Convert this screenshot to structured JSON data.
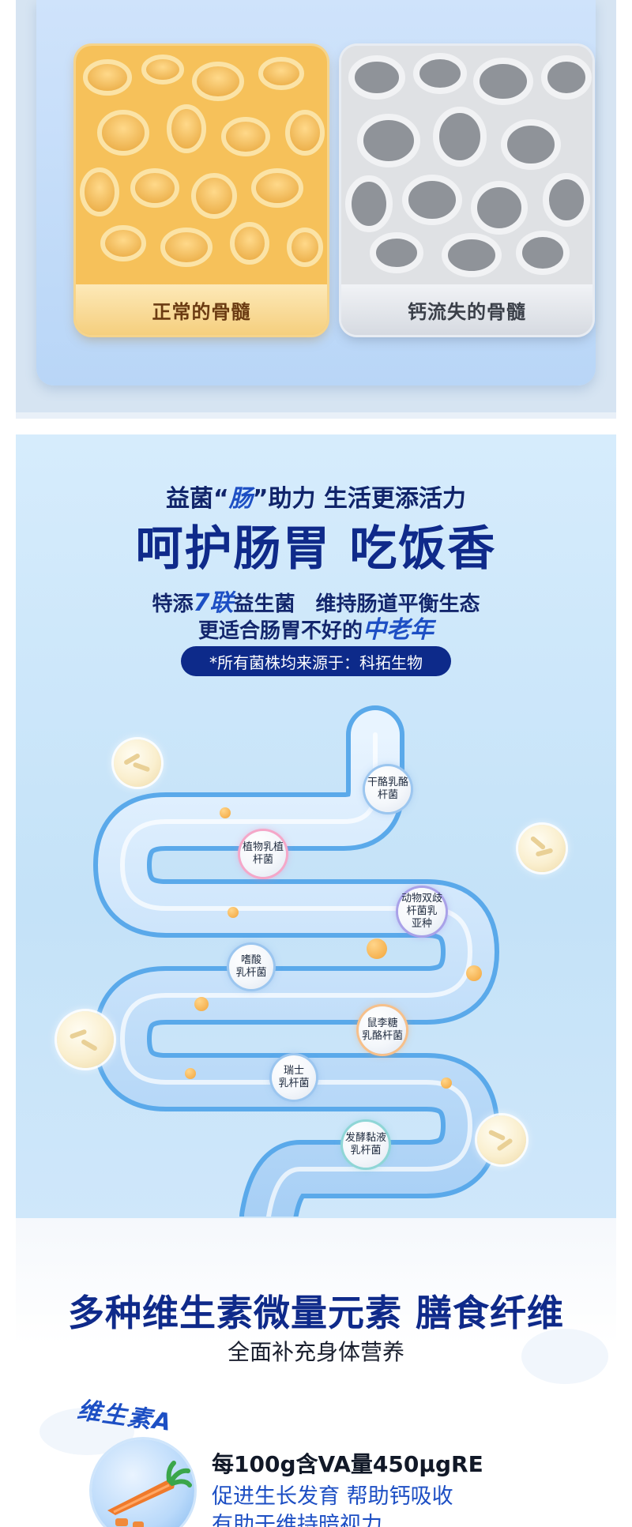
{
  "bone_compare": {
    "normal_label": "正常的骨髓",
    "lost_label": "钙流失的骨髓"
  },
  "probiotics": {
    "subtitle_pre": "益菌",
    "subtitle_quote_open": "“",
    "subtitle_highlight": "肠",
    "subtitle_quote_close": "”",
    "subtitle_post": "助力 生活更添活力",
    "title": "呵护肠胃 吃饭香",
    "line1_pre": "特添",
    "line1_highlight": "7联",
    "line1_post": "益生菌　维持肠道平衡生态",
    "line2_pre": "更适合肠胃不好的",
    "line2_highlight": "中老年",
    "source_note": "*所有菌株均来源于：科拓生物",
    "strains": [
      {
        "line1": "干酪乳酪",
        "line2": "杆菌"
      },
      {
        "line1": "植物乳植",
        "line2": "杆菌"
      },
      {
        "line1": "动物双歧",
        "line2": "杆菌乳",
        "line3": "亚种"
      },
      {
        "line1": "嗜酸",
        "line2": "乳杆菌"
      },
      {
        "line1": "鼠李糖",
        "line2": "乳酪杆菌"
      },
      {
        "line1": "瑞士",
        "line2": "乳杆菌"
      },
      {
        "line1": "发酵黏液",
        "line2": "乳杆菌"
      }
    ],
    "colors": {
      "title": "#0f2a8a",
      "highlight": "#1d4fc4",
      "pill": "#0d2a8a"
    }
  },
  "vitamins": {
    "title": "多种维生素微量元素 膳食纤维",
    "subtitle": "全面补充身体营养",
    "badge_label": "维生素A",
    "info_line1": "每100g含VA量450μgRE",
    "info_line2": "促进生长发育 帮助钙吸收",
    "info_line3": "有助于维持暗视力",
    "icon": "carrot-icon"
  }
}
